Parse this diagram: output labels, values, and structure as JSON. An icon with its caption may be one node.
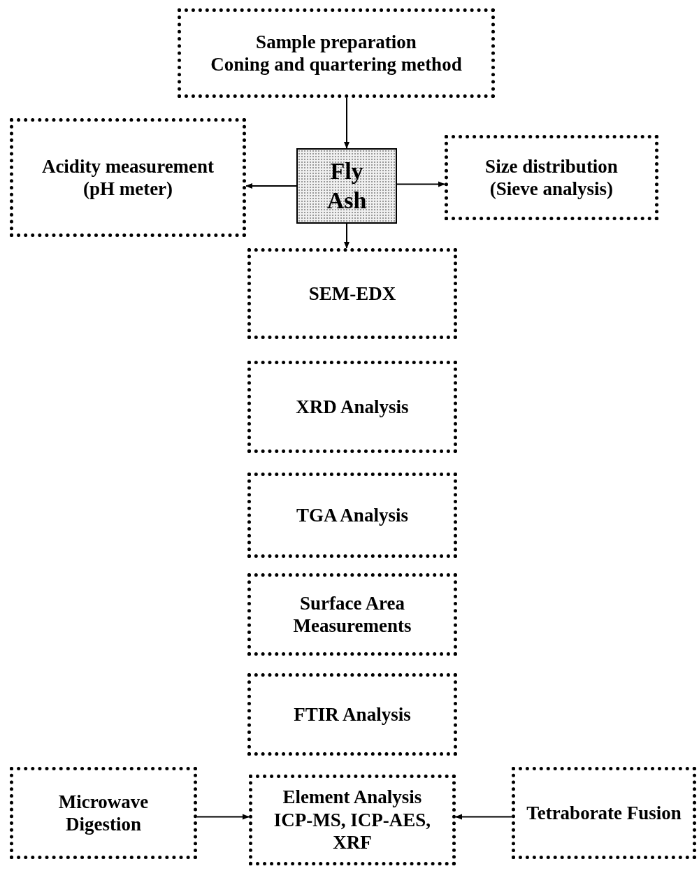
{
  "diagram": {
    "nodes": [
      {
        "text": [
          "Sample preparation",
          "Coning and quartering method"
        ]
      },
      {
        "text": [
          "Fly Ash"
        ]
      },
      {
        "text": [
          "Acidity measurement",
          "(pH meter)"
        ]
      },
      {
        "text": [
          "Size distribution",
          "(Sieve analysis)"
        ]
      },
      {
        "text": [
          "SEM-EDX"
        ]
      },
      {
        "text": [
          "XRD Analysis"
        ]
      },
      {
        "text": [
          "TGA Analysis"
        ]
      },
      {
        "text": [
          "Surface Area Measurements"
        ]
      },
      {
        "text": [
          "FTIR Analysis"
        ]
      },
      {
        "text": [
          "Microwave Digestion"
        ]
      },
      {
        "text": [
          "Element Analysis",
          "ICP-MS, ICP-AES, XRF"
        ]
      },
      {
        "text": [
          "Tetraborate Fusion"
        ]
      }
    ],
    "edges": [
      {
        "from": 0,
        "to": 1,
        "arrow": "to"
      },
      {
        "from": 1,
        "to": 2,
        "arrow": "to"
      },
      {
        "from": 1,
        "to": 3,
        "arrow": "to"
      },
      {
        "from": 1,
        "to": 4,
        "arrow": "to"
      },
      {
        "from": 9,
        "to": 10,
        "arrow": "to"
      },
      {
        "from": 11,
        "to": 10,
        "arrow": "to"
      }
    ]
  }
}
